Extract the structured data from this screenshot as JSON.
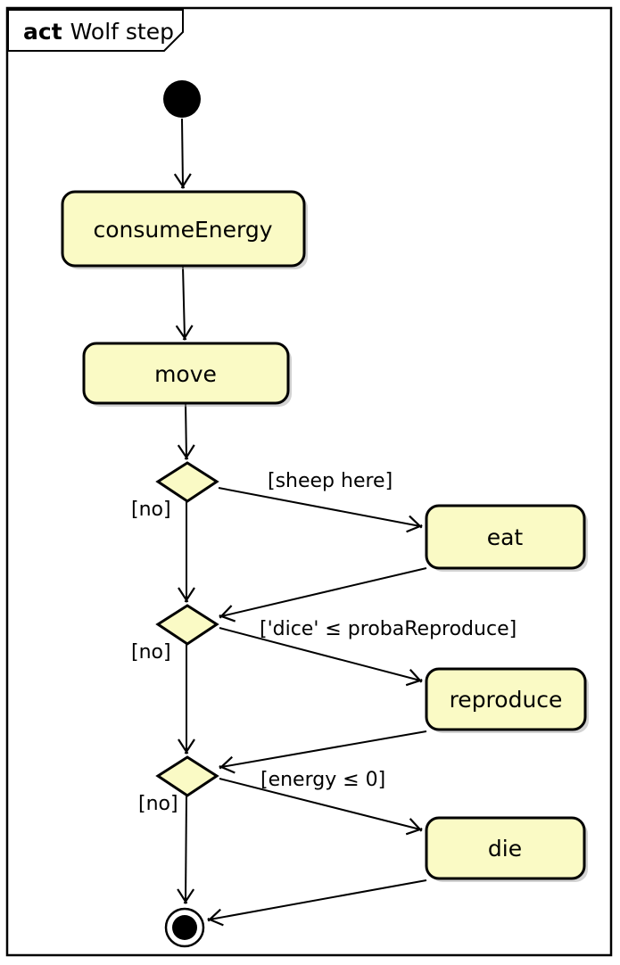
{
  "frame": {
    "keyword": "act",
    "title": "Wolf step"
  },
  "activity": {
    "actions": [
      {
        "id": "consumeEnergy",
        "label": "consumeEnergy"
      },
      {
        "id": "move",
        "label": "move"
      },
      {
        "id": "eat",
        "label": "eat"
      },
      {
        "id": "reproduce",
        "label": "reproduce"
      },
      {
        "id": "die",
        "label": "die"
      }
    ],
    "guards": {
      "sheep_here": "[sheep here]",
      "dice_reproduce": "['dice' ≤ probaReproduce]",
      "energy_zero": "[energy ≤ 0]",
      "no_1": "[no]",
      "no_2": "[no]",
      "no_3": "[no]"
    }
  },
  "colors": {
    "node_fill": "#FAFAC5",
    "node_border": "#000000",
    "edge": "#000000",
    "frame_border": "#000000",
    "background": "#FFFFFF",
    "shadow": "#A8A8A8"
  }
}
